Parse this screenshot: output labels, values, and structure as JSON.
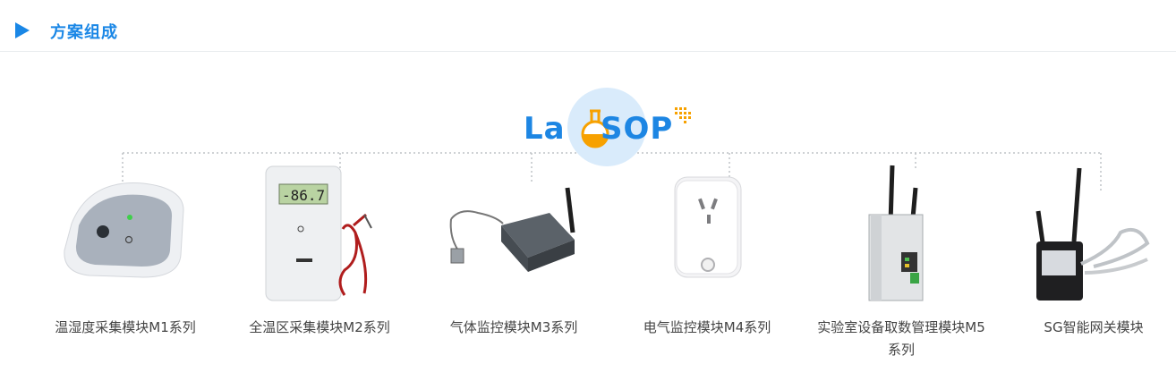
{
  "section": {
    "title": "方案组成"
  },
  "logo": {
    "part1": "La",
    "part2": "SOP"
  },
  "products": [
    {
      "label": "温湿度采集模块M1系列",
      "icon": "temperature-humidity-sensor"
    },
    {
      "label": "全温区采集模块M2系列",
      "icon": "temperature-probe-device"
    },
    {
      "label": "气体监控模块M3系列",
      "icon": "gas-monitor-box"
    },
    {
      "label": "电气监控模块M4系列",
      "icon": "smart-socket"
    },
    {
      "label": "实验室设备取数管理模块M5系列",
      "icon": "din-rail-gateway"
    },
    {
      "label": "SG智能网关模块",
      "icon": "smart-gateway"
    }
  ],
  "colors": {
    "accent": "#1a87e6",
    "logo_blue": "#1d86e3",
    "logo_orange": "#f7a100"
  }
}
